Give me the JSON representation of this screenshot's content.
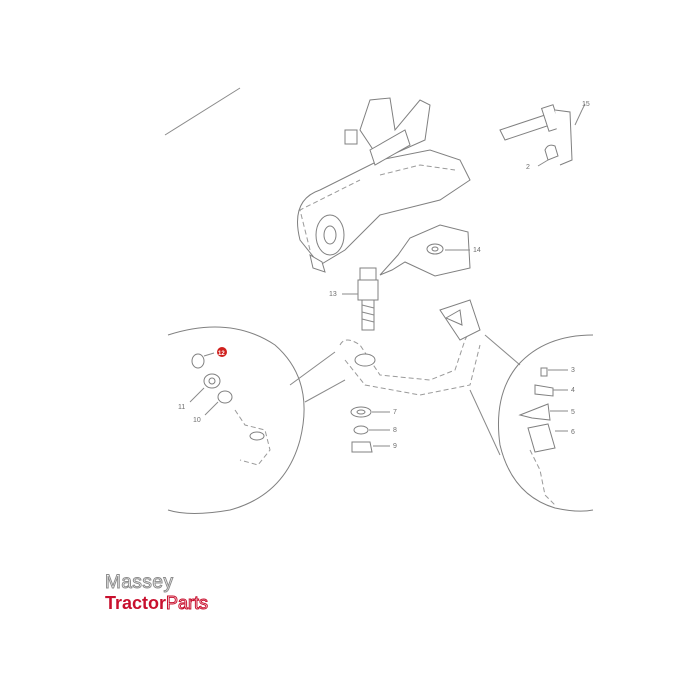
{
  "diagram": {
    "callouts": [
      "15",
      "2",
      "14",
      "13",
      "12",
      "11",
      "10",
      "7",
      "8",
      "9",
      "3",
      "4",
      "5",
      "6"
    ],
    "highlight_callout": "12",
    "highlight_color": "#d0201d"
  },
  "logo": {
    "line1": "Massey",
    "line2_a": "Tractor",
    "line2_b": "Parts",
    "brand_color": "#c8102e"
  }
}
